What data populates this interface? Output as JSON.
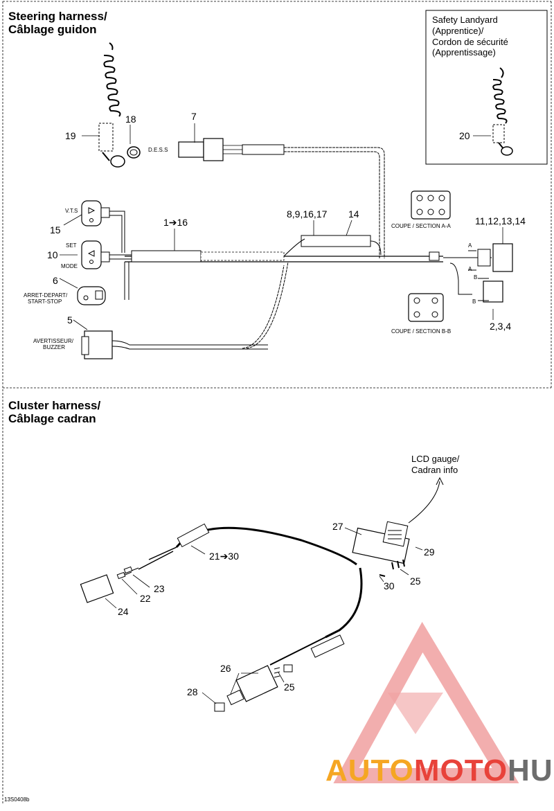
{
  "steering": {
    "title_line1": "Steering harness/",
    "title_line2": "Câblage guidon",
    "callouts": {
      "c19": "19",
      "c18": "18",
      "c7": "7",
      "c15": "15",
      "c10": "10",
      "c6": "6",
      "c5": "5",
      "c116": "1➔16",
      "c891617": "8,9,16,17",
      "c14": "14",
      "c11121314": "11,12,13,14",
      "c234": "2,3,4"
    },
    "labels": {
      "dess": "D.E.S.S",
      "vts": "V.T.S",
      "set": "SET",
      "mode": "MODE",
      "arret": "ARRET-DEPART/",
      "startstop": "START-STOP",
      "avertisseur": "AVERTISSEUR/",
      "buzzer": "BUZZER",
      "coupe_aa": "COUPE / SECTION A-A",
      "coupe_bb": "COUPE / SECTION B-B",
      "a_top": "A",
      "a_bottom": "A",
      "b_top": "B",
      "b_bottom": "B"
    }
  },
  "landyard": {
    "line1": "Safety Landyard",
    "line2": "(Apprentice)/",
    "line3": "Cordon de sécurité",
    "line4": "(Apprentissage)",
    "callout": "20"
  },
  "cluster": {
    "title_line1": "Cluster harness/",
    "title_line2": "Câblage cadran",
    "lcd_line1": "LCD gauge/",
    "lcd_line2": "Cadran info",
    "callouts": {
      "c27": "27",
      "c29": "29",
      "c2130": "21➔30",
      "c23": "23",
      "c22": "22",
      "c24": "24",
      "c25a": "25",
      "c30": "30",
      "c26": "26",
      "c25b": "25",
      "c28": "28"
    }
  },
  "footer_code": "13S0408b",
  "watermark": {
    "auto": "AUTO",
    "moto": "MOTO",
    "hub": "HUB",
    "color_red": "#e8423a",
    "color_orange": "#f5a623",
    "color_gray": "#6d6d6d"
  }
}
